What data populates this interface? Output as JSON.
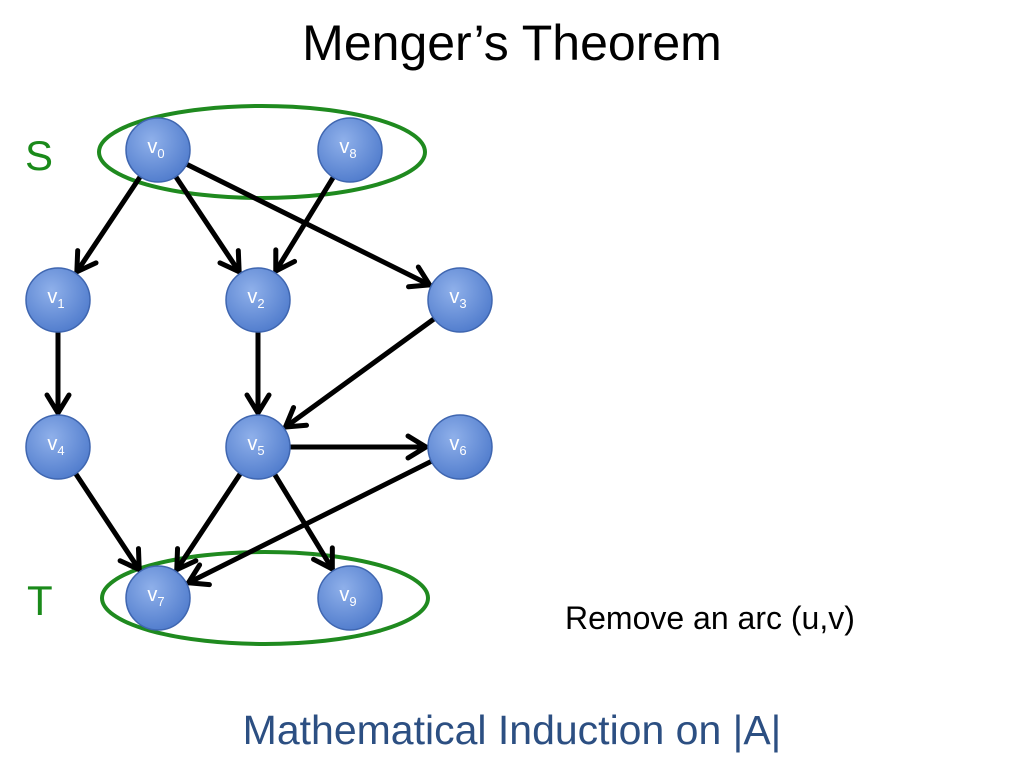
{
  "slide": {
    "title": "Menger’s Theorem",
    "source_set_label": "S",
    "target_set_label": "T",
    "caption": "Remove an arc (u,v)",
    "footer": "Mathematical Induction on |A|"
  },
  "colors": {
    "node_fill": "#5b86d4",
    "node_stroke": "#3f66b0",
    "edge": "#000000",
    "set_ellipse": "#1f8a1f",
    "footer_text": "#2c4f82"
  },
  "graph": {
    "nodes": [
      {
        "id": "v0",
        "base": "v",
        "sub": "0"
      },
      {
        "id": "v8",
        "base": "v",
        "sub": "8"
      },
      {
        "id": "v1",
        "base": "v",
        "sub": "1"
      },
      {
        "id": "v2",
        "base": "v",
        "sub": "2"
      },
      {
        "id": "v3",
        "base": "v",
        "sub": "3"
      },
      {
        "id": "v4",
        "base": "v",
        "sub": "4"
      },
      {
        "id": "v5",
        "base": "v",
        "sub": "5"
      },
      {
        "id": "v6",
        "base": "v",
        "sub": "6"
      },
      {
        "id": "v7",
        "base": "v",
        "sub": "7"
      },
      {
        "id": "v9",
        "base": "v",
        "sub": "9"
      }
    ],
    "edges": [
      {
        "from": "v0",
        "to": "v1"
      },
      {
        "from": "v0",
        "to": "v2"
      },
      {
        "from": "v0",
        "to": "v3"
      },
      {
        "from": "v8",
        "to": "v2"
      },
      {
        "from": "v1",
        "to": "v4"
      },
      {
        "from": "v2",
        "to": "v5"
      },
      {
        "from": "v3",
        "to": "v5"
      },
      {
        "from": "v5",
        "to": "v6"
      },
      {
        "from": "v4",
        "to": "v7"
      },
      {
        "from": "v5",
        "to": "v7"
      },
      {
        "from": "v6",
        "to": "v7"
      },
      {
        "from": "v5",
        "to": "v9"
      }
    ],
    "sets": [
      {
        "label": "S",
        "members": [
          "v0",
          "v8"
        ]
      },
      {
        "label": "T",
        "members": [
          "v7",
          "v9"
        ]
      }
    ]
  }
}
